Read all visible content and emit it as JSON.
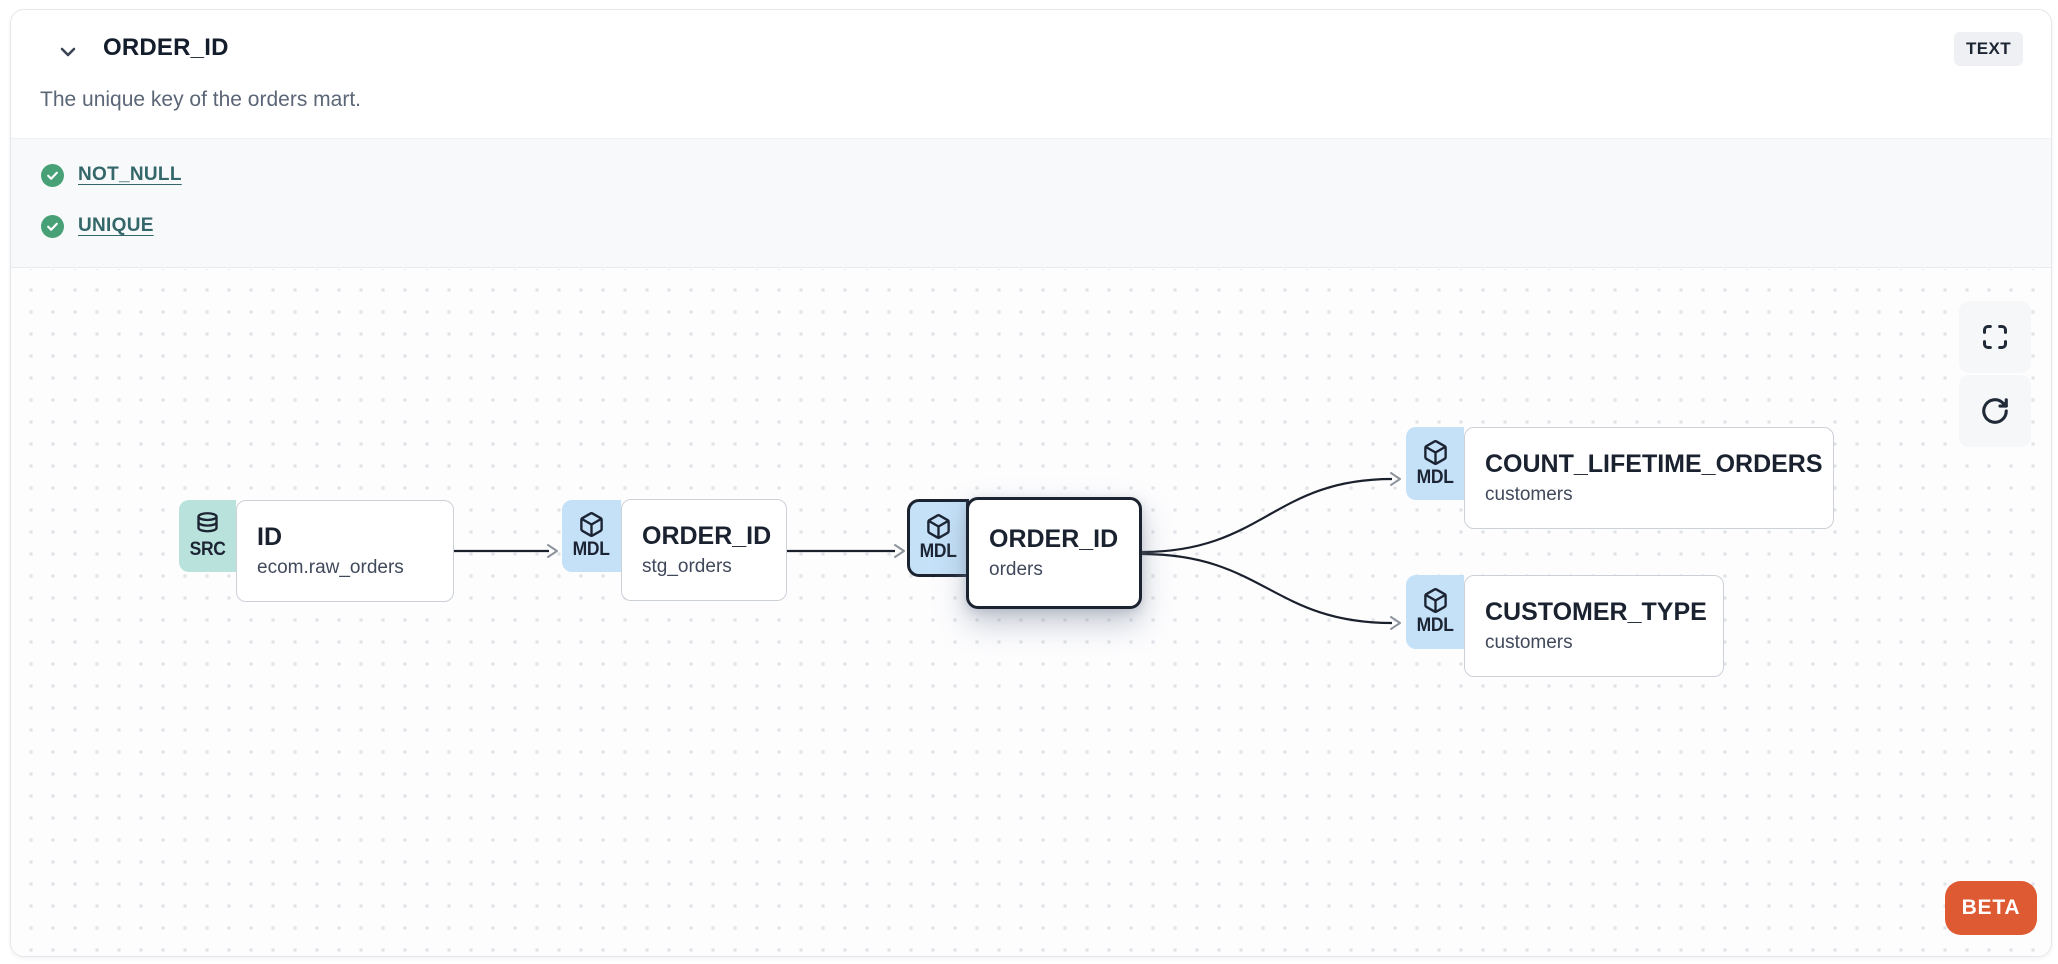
{
  "header": {
    "title": "ORDER_ID",
    "type_badge": "TEXT",
    "description": "The unique key of the orders mart.",
    "collapse_icon": "chevron-down-icon"
  },
  "tests": [
    {
      "label": "NOT_NULL",
      "status": "pass",
      "icon": "check-circle-icon"
    },
    {
      "label": "UNIQUE",
      "status": "pass",
      "icon": "check-circle-icon"
    }
  ],
  "lineage": {
    "nodes": [
      {
        "id": "src-id",
        "badge": "SRC",
        "icon": "database-icon",
        "title": "ID",
        "subtitle": "ecom.raw_orders",
        "selected": false
      },
      {
        "id": "stg-order-id",
        "badge": "MDL",
        "icon": "cube-icon",
        "title": "ORDER_ID",
        "subtitle": "stg_orders",
        "selected": false
      },
      {
        "id": "orders-order-id",
        "badge": "MDL",
        "icon": "cube-icon",
        "title": "ORDER_ID",
        "subtitle": "orders",
        "selected": true
      },
      {
        "id": "count-lifetime-orders",
        "badge": "MDL",
        "icon": "cube-icon",
        "title": "COUNT_LIFETIME_ORDERS",
        "subtitle": "customers",
        "selected": false
      },
      {
        "id": "customer-type",
        "badge": "MDL",
        "icon": "cube-icon",
        "title": "CUSTOMER_TYPE",
        "subtitle": "customers",
        "selected": false
      }
    ],
    "edges": [
      {
        "from": "src-id",
        "to": "stg-order-id"
      },
      {
        "from": "stg-order-id",
        "to": "orders-order-id"
      },
      {
        "from": "orders-order-id",
        "to": "count-lifetime-orders"
      },
      {
        "from": "orders-order-id",
        "to": "customer-type"
      }
    ]
  },
  "canvas_controls": {
    "fullscreen_icon": "fullscreen-icon",
    "refresh_icon": "refresh-icon",
    "beta_label": "BETA"
  },
  "colors": {
    "check_green": "#48a077",
    "test_link_teal": "#34676a",
    "src_badge_teal": "#b9e2dc",
    "mdl_badge_blue": "#c4e1f8",
    "beta_orange": "#de5a32",
    "selected_border": "#1b2331",
    "edge_dark": "#1a202c",
    "arrowhead_gray": "#8e949e"
  }
}
